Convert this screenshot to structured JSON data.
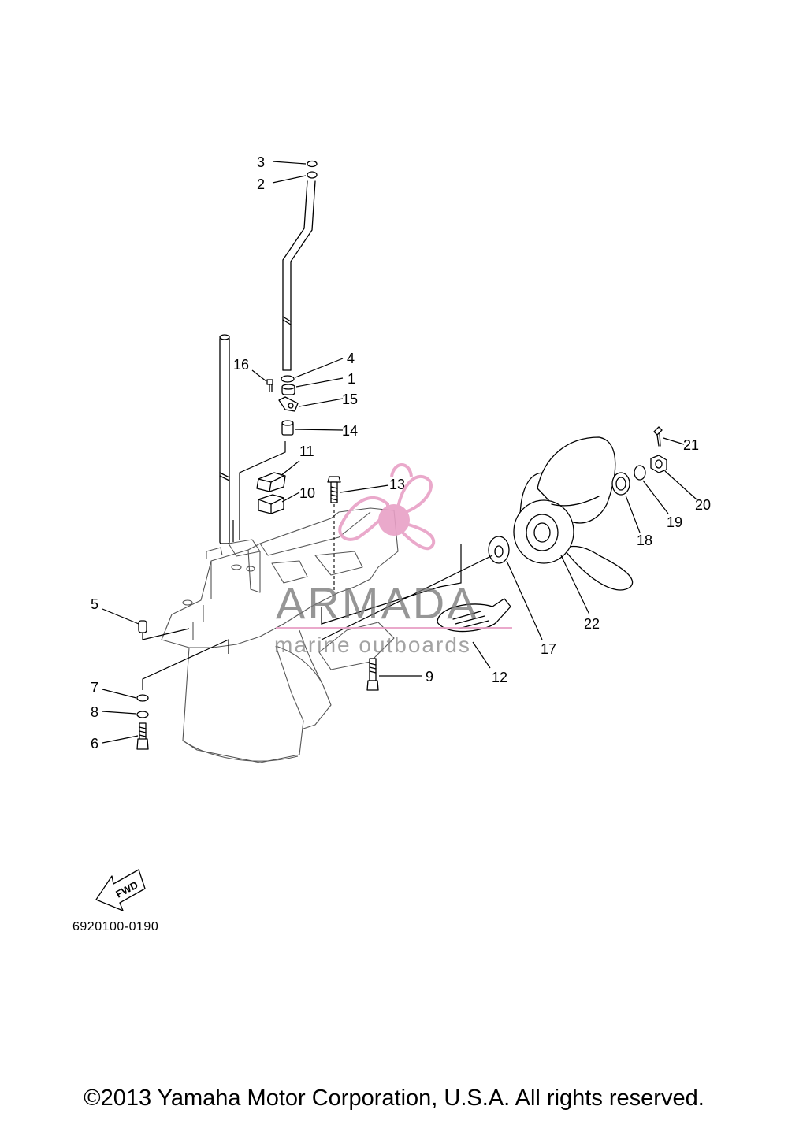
{
  "diagram": {
    "code": "6920100-0190",
    "copyright": "©2013 Yamaha Motor Corporation, U.S.A. All rights reserved.",
    "fwd_label": "FWD",
    "callouts": [
      "1",
      "2",
      "3",
      "4",
      "5",
      "6",
      "7",
      "8",
      "9",
      "10",
      "11",
      "12",
      "13",
      "14",
      "15",
      "16",
      "17",
      "18",
      "19",
      "20",
      "21",
      "22"
    ]
  },
  "watermark": {
    "brand": "ARMADA",
    "tagline": "marine outboards",
    "logo": "propeller-logo",
    "color": "#e8a0c6"
  }
}
